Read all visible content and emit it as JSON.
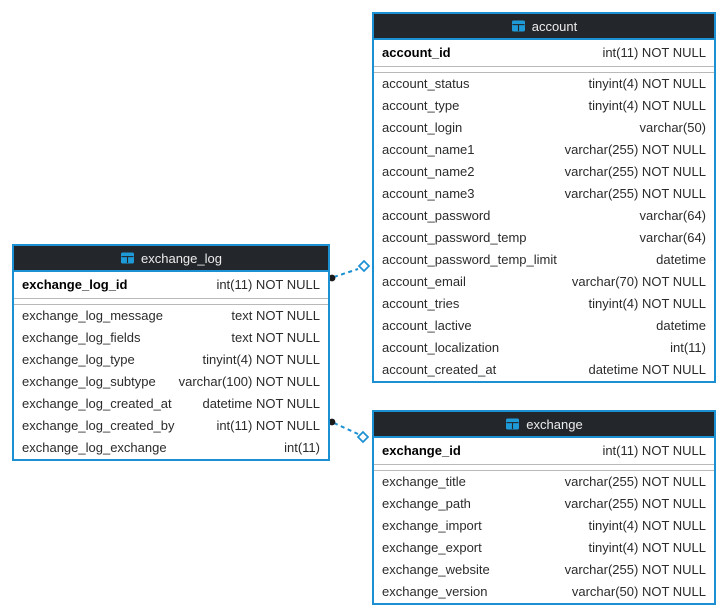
{
  "colors": {
    "background": "#ffffff",
    "table_border": "#1b90d2",
    "header_bg": "#23272b",
    "header_text": "#ececec",
    "row_text": "#2b2b2b",
    "separator": "#b9b9b9",
    "relation_line": "#1b90d2",
    "relation_dot": "#1a1a1a"
  },
  "tables": [
    {
      "title": "exchange_log",
      "icon": "table-icon",
      "pk": {
        "name": "exchange_log_id",
        "type": "int(11) NOT NULL"
      },
      "columns": [
        {
          "name": "exchange_log_message",
          "type": "text NOT NULL"
        },
        {
          "name": "exchange_log_fields",
          "type": "text NOT NULL"
        },
        {
          "name": "exchange_log_type",
          "type": "tinyint(4) NOT NULL"
        },
        {
          "name": "exchange_log_subtype",
          "type": "varchar(100) NOT NULL"
        },
        {
          "name": "exchange_log_created_at",
          "type": "datetime NOT NULL"
        },
        {
          "name": "exchange_log_created_by",
          "type": "int(11) NOT NULL"
        },
        {
          "name": "exchange_log_exchange",
          "type": "int(11)"
        }
      ]
    },
    {
      "title": "account",
      "icon": "table-icon",
      "pk": {
        "name": "account_id",
        "type": "int(11) NOT NULL"
      },
      "columns": [
        {
          "name": "account_status",
          "type": "tinyint(4) NOT NULL"
        },
        {
          "name": "account_type",
          "type": "tinyint(4) NOT NULL"
        },
        {
          "name": "account_login",
          "type": "varchar(50)"
        },
        {
          "name": "account_name1",
          "type": "varchar(255) NOT NULL"
        },
        {
          "name": "account_name2",
          "type": "varchar(255) NOT NULL"
        },
        {
          "name": "account_name3",
          "type": "varchar(255) NOT NULL"
        },
        {
          "name": "account_password",
          "type": "varchar(64)"
        },
        {
          "name": "account_password_temp",
          "type": "varchar(64)"
        },
        {
          "name": "account_password_temp_limit",
          "type": "datetime"
        },
        {
          "name": "account_email",
          "type": "varchar(70) NOT NULL"
        },
        {
          "name": "account_tries",
          "type": "tinyint(4) NOT NULL"
        },
        {
          "name": "account_lactive",
          "type": "datetime"
        },
        {
          "name": "account_localization",
          "type": "int(11)"
        },
        {
          "name": "account_created_at",
          "type": "datetime NOT NULL"
        }
      ]
    },
    {
      "title": "exchange",
      "icon": "table-icon",
      "pk": {
        "name": "exchange_id",
        "type": "int(11) NOT NULL"
      },
      "columns": [
        {
          "name": "exchange_title",
          "type": "varchar(255) NOT NULL"
        },
        {
          "name": "exchange_path",
          "type": "varchar(255) NOT NULL"
        },
        {
          "name": "exchange_import",
          "type": "tinyint(4) NOT NULL"
        },
        {
          "name": "exchange_export",
          "type": "tinyint(4) NOT NULL"
        },
        {
          "name": "exchange_website",
          "type": "varchar(255) NOT NULL"
        },
        {
          "name": "exchange_version",
          "type": "varchar(50) NOT NULL"
        }
      ]
    }
  ],
  "relations": [
    {
      "from_table": "exchange_log",
      "to_table": "account",
      "from_marker": "dot",
      "to_marker": "diamond",
      "style": "dashed"
    },
    {
      "from_table": "exchange_log",
      "to_table": "exchange",
      "from_marker": "dot",
      "to_marker": "diamond",
      "style": "dashed"
    }
  ]
}
